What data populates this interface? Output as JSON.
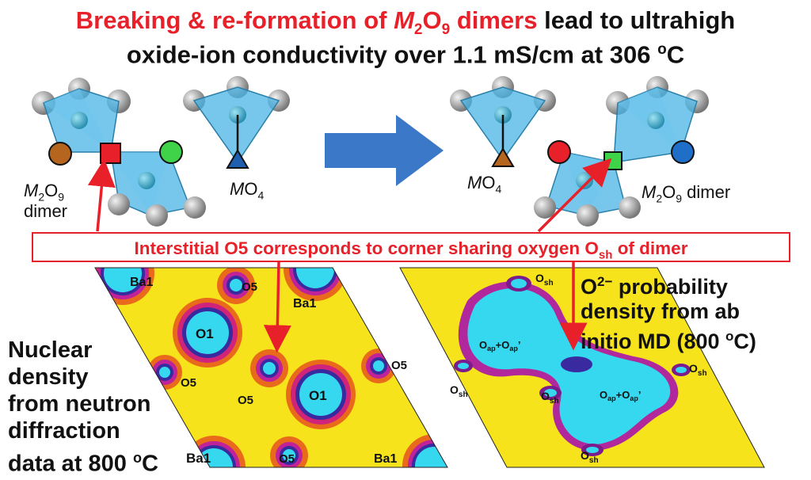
{
  "title": {
    "line1_red_a": "Breaking & re-formation of ",
    "line1_red_m": "M",
    "line1_red_s1": "2",
    "line1_red_o": "O",
    "line1_red_s2": "9",
    "line1_red_b": " dimers",
    "line1_black": " lead to ultrahigh",
    "line2": "oxide-ion conductivity over 1.1 mS/cm at 306 ",
    "line2_sup": "o",
    "line2_unit": "C"
  },
  "labels": {
    "dimer_left_m": "M",
    "dimer_left_s1": "2",
    "dimer_left_o": "O",
    "dimer_left_s2": "9",
    "dimer_left_word": "dimer",
    "mo4_m": "M",
    "mo4_o": "O",
    "mo4_s": "4",
    "dimer_right_word": " dimer"
  },
  "banner": {
    "text": "Interstitial O5 corresponds to corner sharing oxygen O",
    "sub": "sh",
    "tail": " of dimer"
  },
  "left_caption": [
    "Nuclear",
    "density",
    "from neutron",
    "diffraction",
    "data at 800 "
  ],
  "left_caption_sup": "o",
  "left_caption_unit": "C",
  "right_caption": {
    "sup": "2−",
    "line1_tail": " probability",
    "line2": "density from ab",
    "line3": "initio MD (800 ",
    "line3_sup": "o",
    "line3_unit": "C)"
  },
  "map_left_labels": {
    "ba1": "Ba1",
    "o5": "O5",
    "o1": "O1"
  },
  "map_right_labels": {
    "o": "O",
    "sh": "sh",
    "ap": "ap",
    "ap_prime": "ap",
    "plus": "+",
    "prime": "’"
  },
  "colors": {
    "accent_red": "#e8202a",
    "tetra_blue": "#4ab3e6",
    "arrow_blue": "#3c78c8",
    "map_yellow": "#f6e31c",
    "map_cyan": "#35d8ee",
    "map_magenta": "#c0229a"
  }
}
